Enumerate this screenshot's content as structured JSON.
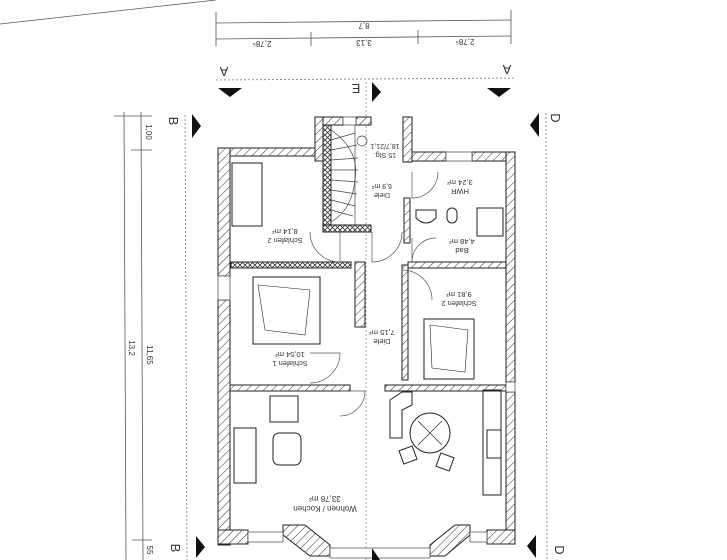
{
  "plan": {
    "orientation": "rotated 180°",
    "dimensions_top": {
      "total": "8,7",
      "segments": [
        "2,78⁵",
        "3,13",
        "2,78⁵"
      ]
    },
    "dimensions_left": {
      "total": "13,2",
      "inner": "11,65",
      "top_offset": "1,00",
      "bottom_offset": "55"
    },
    "section_markers": {
      "top_left": "A",
      "top_right": "A",
      "center_top": "E",
      "left_top": "B",
      "left_bottom": "B",
      "right_top": "D",
      "right_bottom": "D"
    },
    "rooms": [
      {
        "name": "Diele",
        "area": "6,9 m²"
      },
      {
        "name": "15 Stg.",
        "area": "18,7/21,1"
      },
      {
        "name": "HWR",
        "area": "3,24 m²"
      },
      {
        "name": "Bad",
        "area": "4,48 m²"
      },
      {
        "name": "Schlafen 2",
        "area": "8,14 m²"
      },
      {
        "name": "Schlafen 1",
        "area": "10,54 m²"
      },
      {
        "name": "Diele",
        "area": "7,15 m²"
      },
      {
        "name": "Schlafen 2",
        "area": "9,81 m²"
      },
      {
        "name": "Wohnen / Kochen",
        "area": "33,78 m²"
      }
    ]
  }
}
